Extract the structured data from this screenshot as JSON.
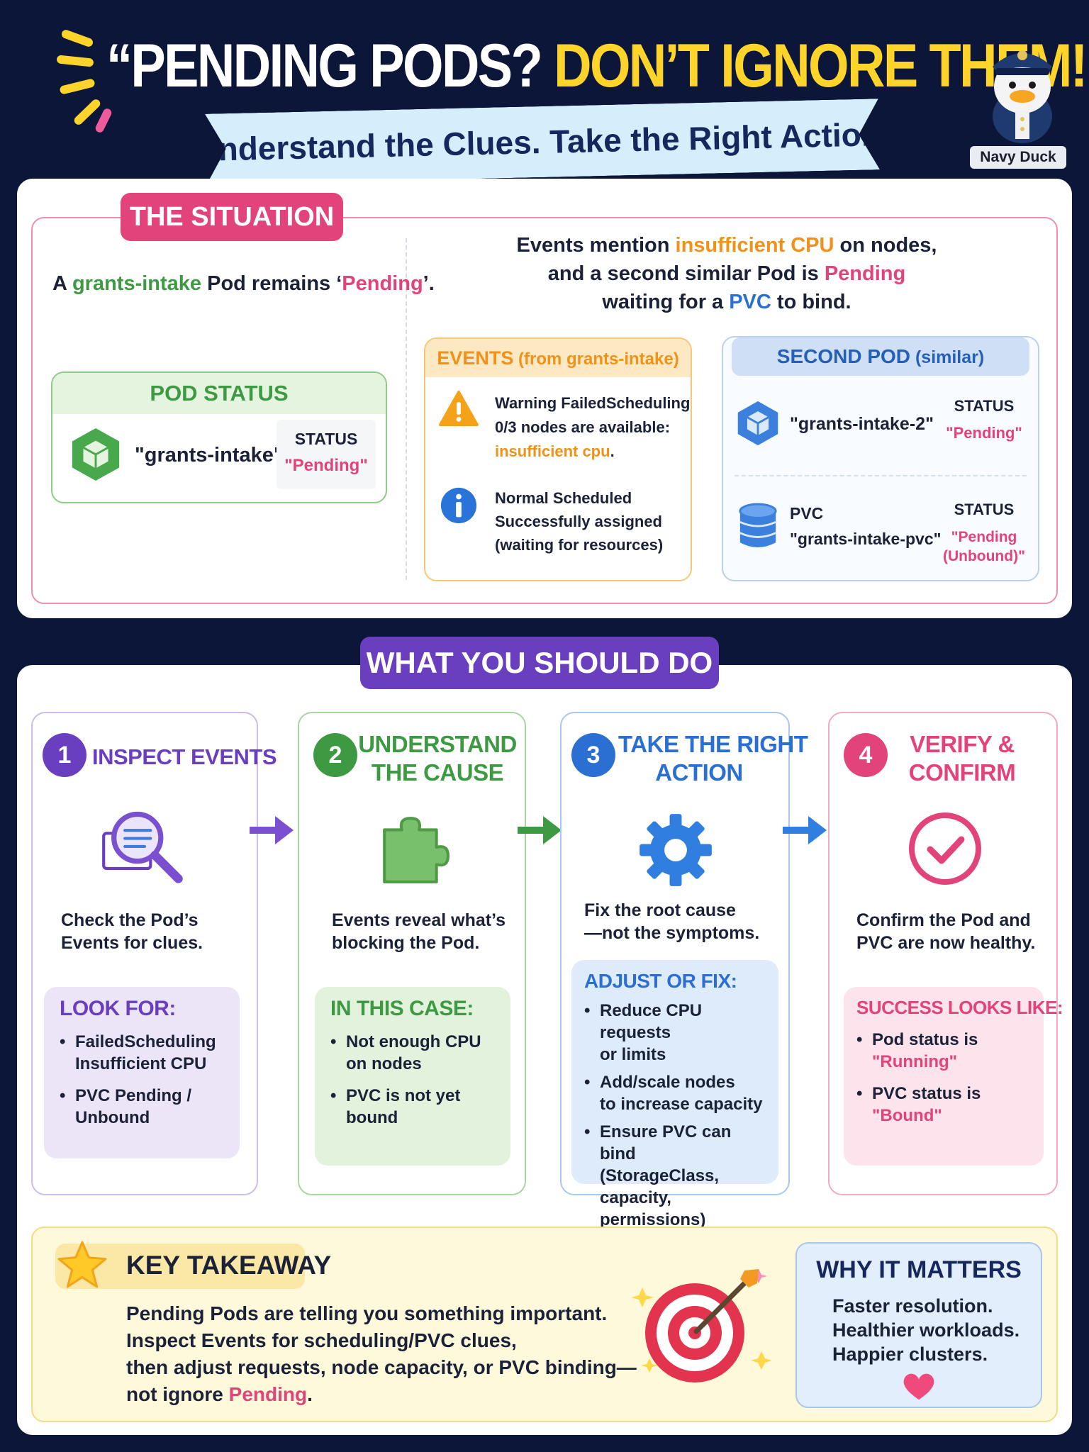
{
  "header": {
    "title_part1": "“PENDING PODS?",
    "title_part2": "DON’T IGNORE THEM!”",
    "subtitle": "Understand the Clues. Take the Right Action.",
    "mascot_label": "Navy Duck"
  },
  "situation": {
    "badge": "THE SITUATION",
    "left_text": {
      "a": "A ",
      "b": "grants-intake",
      "c": " Pod remains ‘",
      "d": "Pending",
      "e": "’."
    },
    "right_text": {
      "l1a": "Events mention ",
      "l1b": "insufficient CPU",
      "l1c": " on nodes,",
      "l2a": "and a second similar Pod is ",
      "l2b": "Pending",
      "l3a": "waiting for a ",
      "l3b": "PVC",
      "l3c": " to bind."
    },
    "pod_status": {
      "header": "POD STATUS",
      "name": "\"grants-intake\"",
      "status_label": "STATUS",
      "status_value": "\"Pending\""
    },
    "events": {
      "header_a": "EVENTS",
      "header_b": " (from grants-intake)",
      "warning": {
        "l1": "Warning  FailedScheduling",
        "l2": "0/3 nodes are available:",
        "l3": "insufficient cpu",
        "l3_end": "."
      },
      "normal": {
        "l1": "Normal  Scheduled",
        "l2": "Successfully assigned",
        "l3": "(waiting for resources)"
      }
    },
    "second_pod": {
      "header_a": "SECOND POD",
      "header_b": " (similar)",
      "pod_name": "\"grants-intake-2\"",
      "pod_status_label": "STATUS",
      "pod_status_value": "\"Pending\"",
      "pvc_label": "PVC",
      "pvc_name": "\"grants-intake-pvc\"",
      "pvc_status_label": "STATUS",
      "pvc_status_l1": "\"Pending",
      "pvc_status_l2": "(Unbound)\""
    }
  },
  "actions": {
    "badge": "WHAT YOU SHOULD DO",
    "steps": [
      {
        "num": "1",
        "title_l1": "INSPECT EVENTS",
        "title_l2": "",
        "icon": "magnifier-icon",
        "desc_l1": "Check the Pod’s",
        "desc_l2": "Events for clues.",
        "box_title": "LOOK FOR:",
        "items": [
          {
            "l1": "FailedScheduling",
            "l2": "Insufficient CPU"
          },
          {
            "l1": "PVC Pending /",
            "l2": "Unbound"
          }
        ]
      },
      {
        "num": "2",
        "title_l1": "UNDERSTAND",
        "title_l2": "THE CAUSE",
        "icon": "puzzle-icon",
        "desc_l1": "Events reveal what’s",
        "desc_l2": "blocking the Pod.",
        "box_title": "IN THIS CASE:",
        "items": [
          {
            "l1": "Not enough CPU",
            "l2": "on nodes"
          },
          {
            "l1": "PVC is not yet",
            "l2": "bound"
          }
        ]
      },
      {
        "num": "3",
        "title_l1": "TAKE THE RIGHT",
        "title_l2": "ACTION",
        "icon": "gear-icon",
        "desc_l1": "Fix the root cause",
        "desc_l2": "—not the symptoms.",
        "box_title": "ADJUST OR FIX:",
        "items": [
          {
            "l1": "Reduce CPU requests",
            "l2": "or limits",
            "l3": ""
          },
          {
            "l1": "Add/scale nodes",
            "l2": "to increase capacity",
            "l3": ""
          },
          {
            "l1": "Ensure PVC can bind",
            "l2": "(StorageClass,",
            "l3": "capacity, permissions)"
          }
        ]
      },
      {
        "num": "4",
        "title_l1": "VERIFY &",
        "title_l2": "CONFIRM",
        "icon": "check-circle-icon",
        "desc_l1": "Confirm the Pod and",
        "desc_l2": "PVC are now healthy.",
        "box_title": "SUCCESS LOOKS LIKE:",
        "items": [
          {
            "l1": "Pod status is",
            "l2": "\"Running\""
          },
          {
            "l1": "PVC status is",
            "l2": "\"Bound\""
          }
        ]
      }
    ]
  },
  "takeaway": {
    "badge": "KEY TAKEAWAY",
    "l1": "Pending Pods are telling you something important.",
    "l2": "Inspect Events for scheduling/PVC clues,",
    "l3": "then adjust requests, node capacity, or PVC binding—",
    "l4a": "not ignore ",
    "l4b": "Pending",
    "l4c": "."
  },
  "why": {
    "title": "WHY IT MATTERS",
    "l1": "Faster resolution.",
    "l2": "Healthier workloads.",
    "l3": "Happier clusters."
  },
  "colors": {
    "background": "#0c1638",
    "title_yellow": "#ffd42a",
    "situation_pink": "#e2437a",
    "green": "#3d9a43",
    "orange": "#f0921a",
    "blue": "#2a6fd1",
    "purple": "#6a3fbf"
  }
}
